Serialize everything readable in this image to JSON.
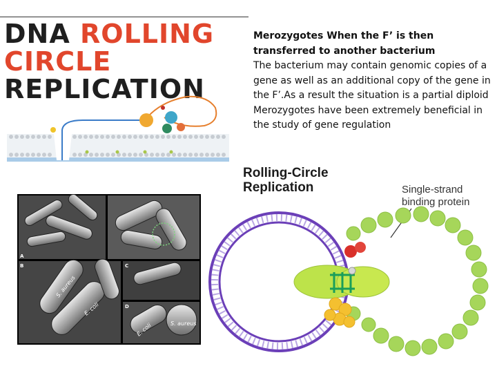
{
  "dna_panel": {
    "title_line1_a": "DNA",
    "title_line1_b": "ROLLING",
    "title_line2": "CIRCLE",
    "title_line3": "REPLICATION"
  },
  "description": {
    "lead": "Merozygotes When the F’ is then transferred to another bacterium",
    "body": "The bacterium may contain genomic copies of a gene as well as an additional copy of the gene in the F’.As a result the situation is a partial diploid Merozygotes have been extremely beneficial in the study of gene regulation"
  },
  "micrographs": {
    "panel_labels": [
      "A",
      "B",
      "C",
      "D"
    ],
    "annotations": [
      "S. aureus",
      "E. coli",
      "E. coli",
      "S. aureus"
    ]
  },
  "rolling_circle": {
    "title_line1": "Rolling-Circle",
    "title_line2": "Replication",
    "label_line1": "Single-strand",
    "label_line2": "binding protein"
  },
  "colors": {
    "title_red": "#e1462c",
    "circle_purple": "#6b3fb8",
    "bead_green": "#a6d65a",
    "protein_yellow": "#f4c030",
    "protein_red": "#d9302a"
  }
}
